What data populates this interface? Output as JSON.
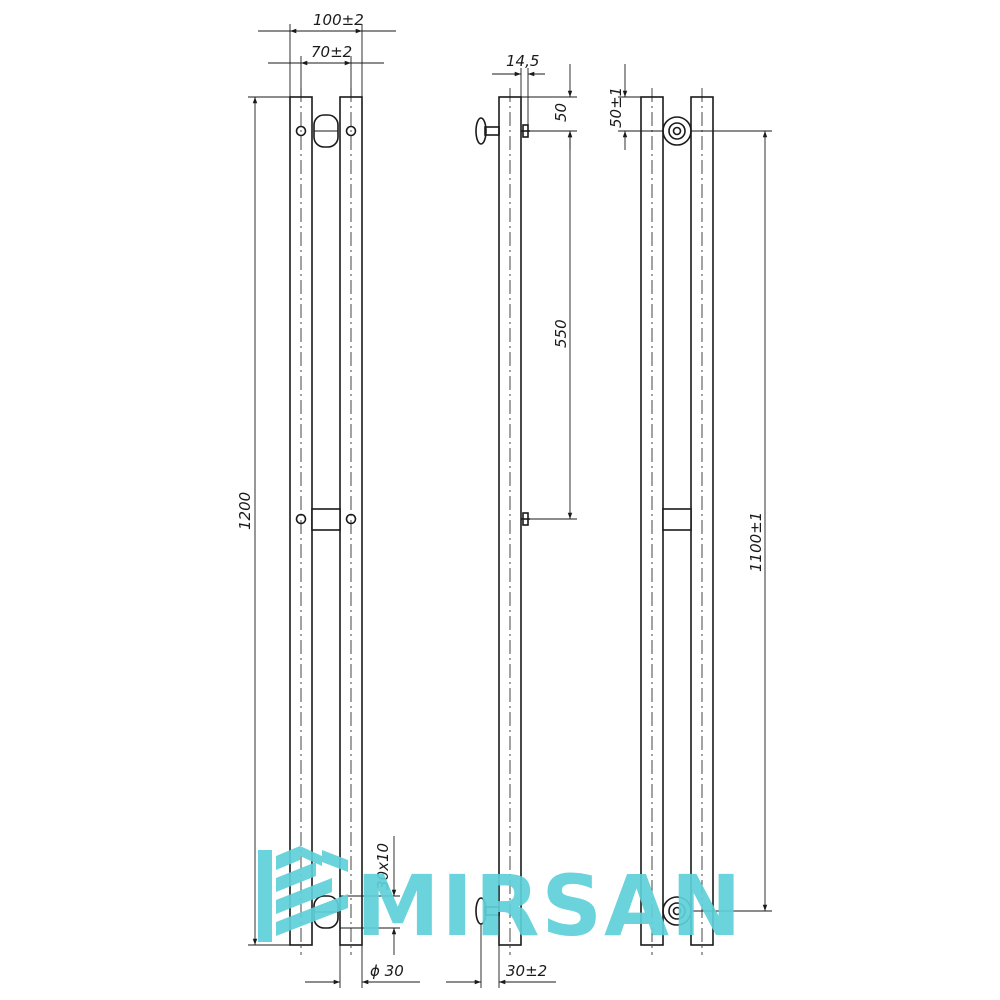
{
  "dimensions": {
    "width_outer": "100±2",
    "width_inner": "70±2",
    "height_total": "1200",
    "pipe_profile": "30x10",
    "bracket_diameter": "ϕ 30",
    "wall_offset": "14,5",
    "top_offset": "50",
    "bracket_spacing": "550",
    "mount_depth": "30±2",
    "top_offset_tol": "50±1",
    "connection_spacing": "1100±1"
  },
  "watermark": {
    "brand": "MIRSAN",
    "color": "#5fd0d8"
  },
  "colors": {
    "line": "#1a1a1a",
    "background": "#ffffff"
  }
}
